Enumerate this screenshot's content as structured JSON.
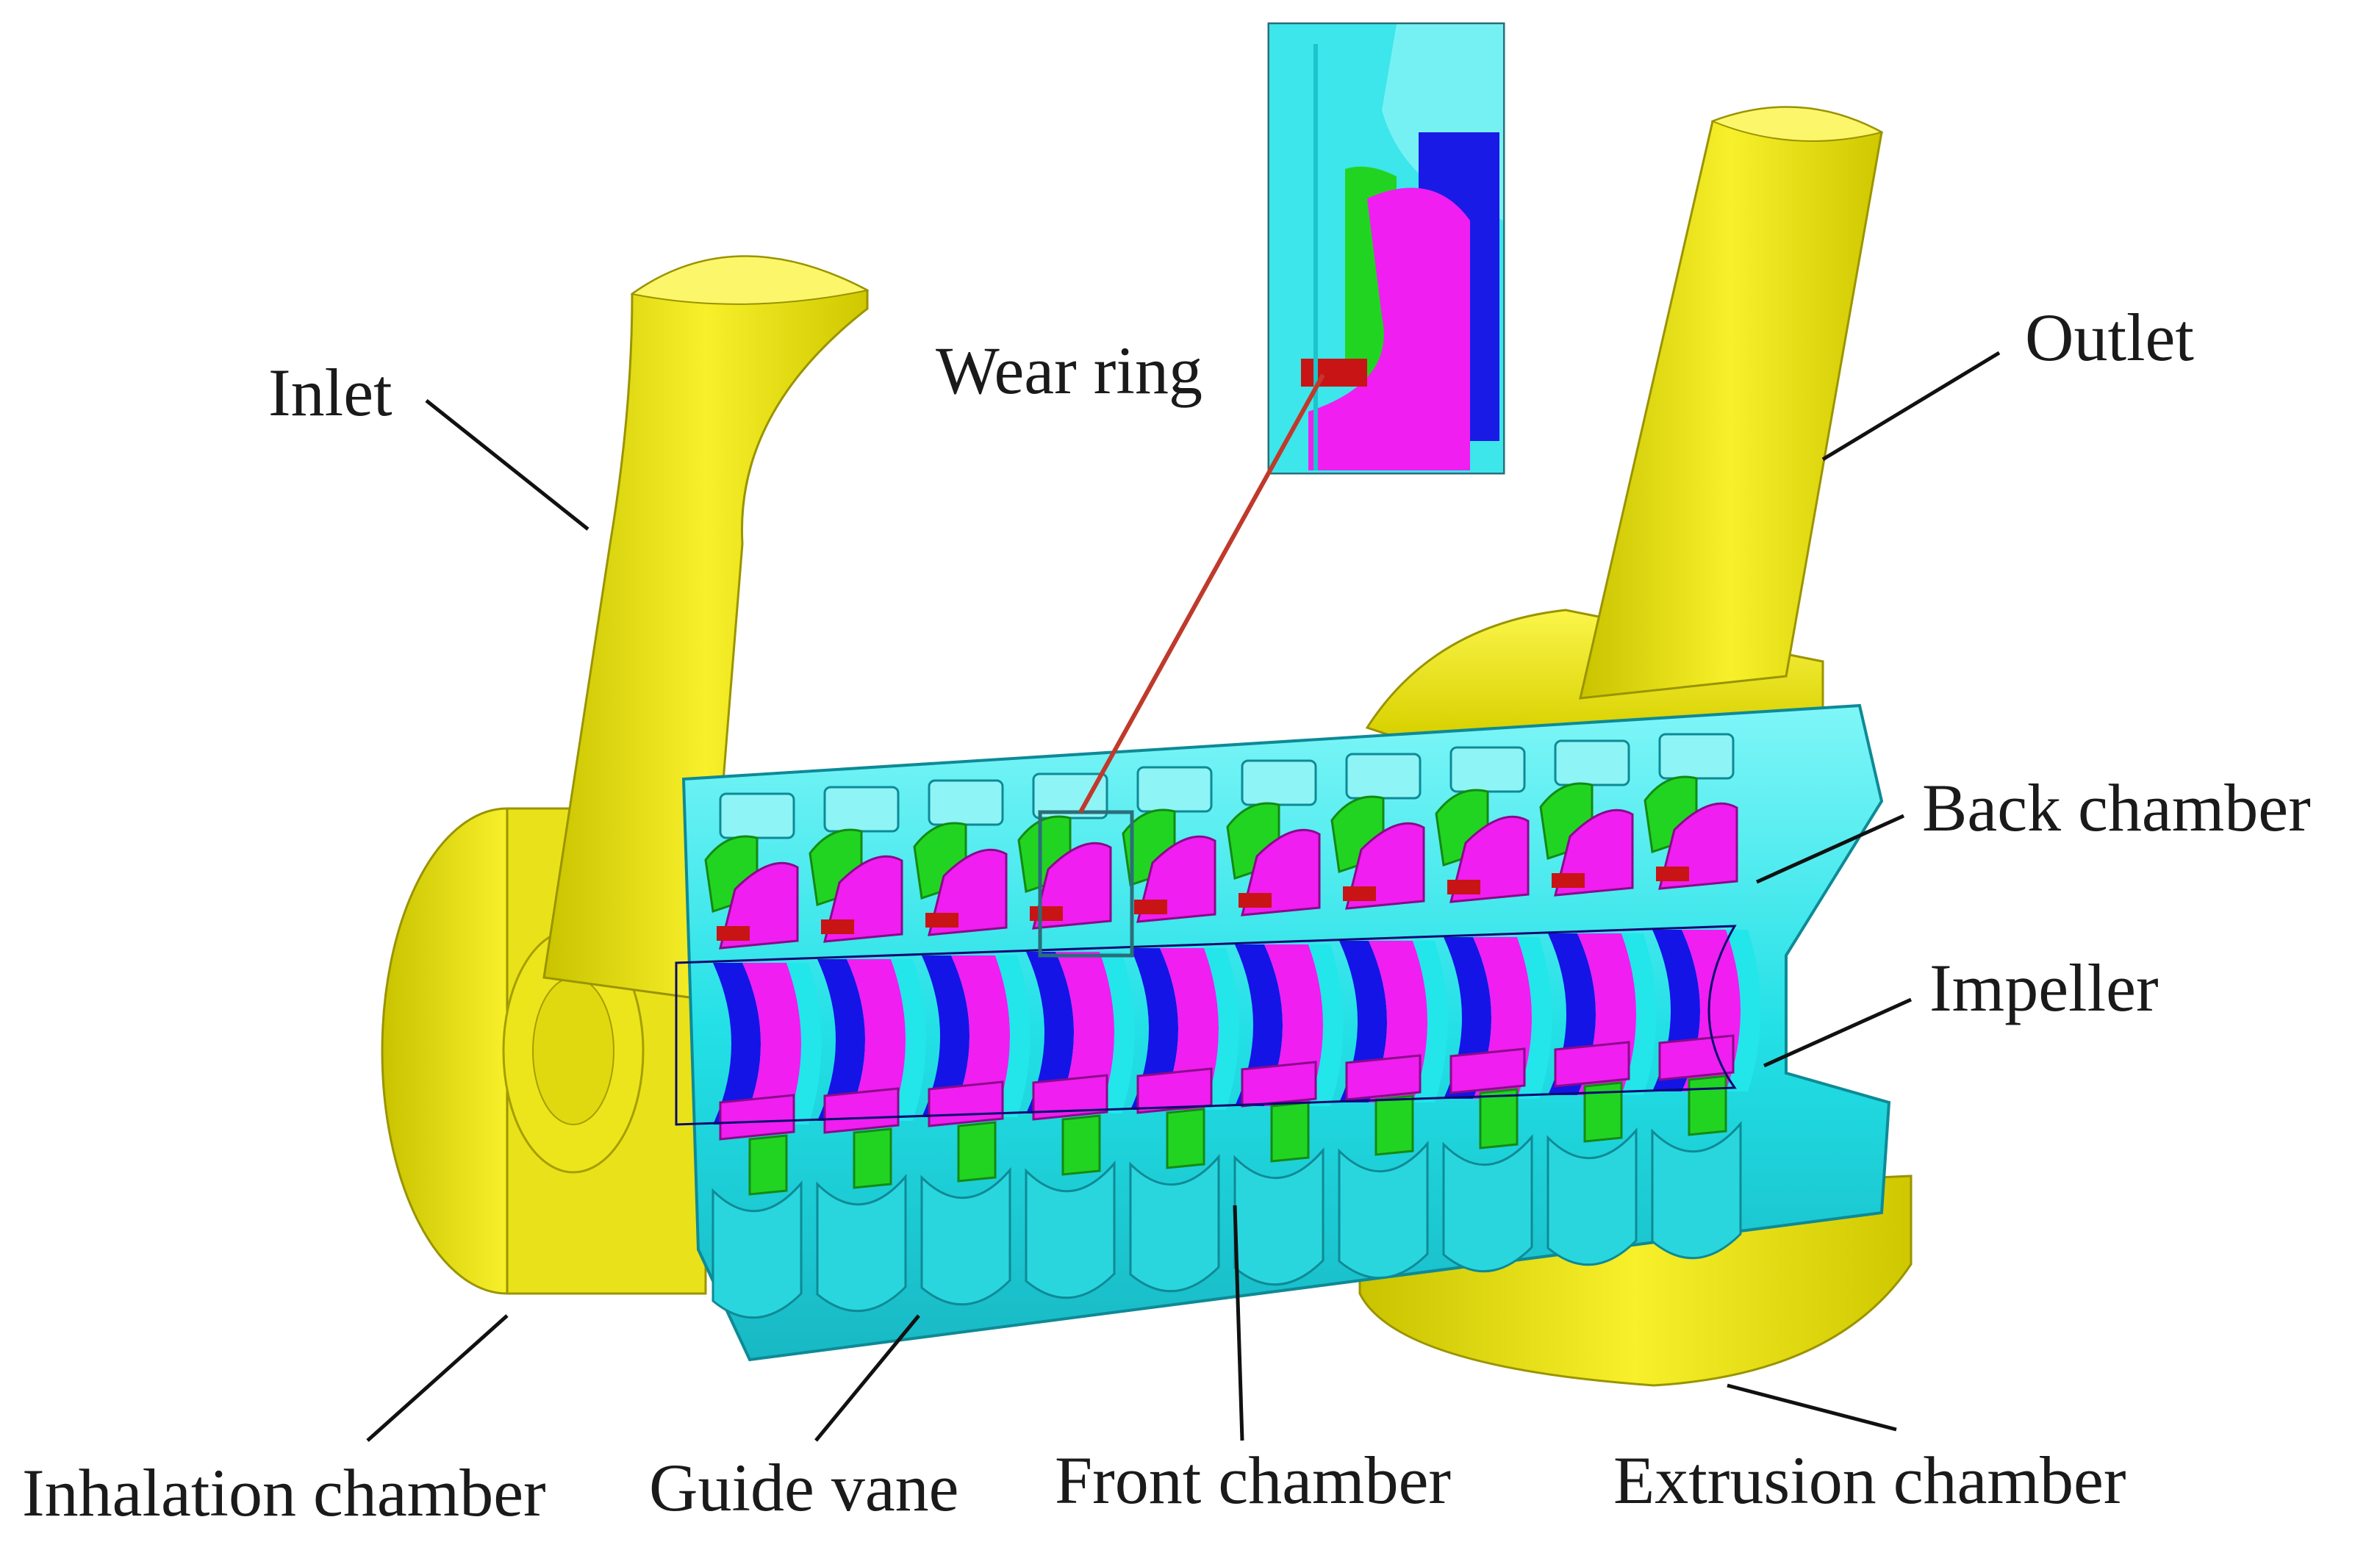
{
  "labels": {
    "inlet": "Inlet",
    "outlet": "Outlet",
    "wear_ring": "Wear ring",
    "back_chamber": "Back chamber",
    "impeller": "Impeller",
    "inhalation_chamber": "Inhalation chamber",
    "guide_vane": "Guide vane",
    "front_chamber": "Front chamber",
    "extrusion_chamber": "Extrusion chamber"
  },
  "colors": {
    "inlet_outlet_chambers": "#f2ec1a",
    "guide_vane": "#22e6ea",
    "impeller": "#f01ef0",
    "impeller_dark": "#1414e6",
    "front_chamber": "#22d422",
    "wear_ring": "#c81414",
    "detail_callout_line": "#c0392b"
  },
  "stage_count": 10
}
